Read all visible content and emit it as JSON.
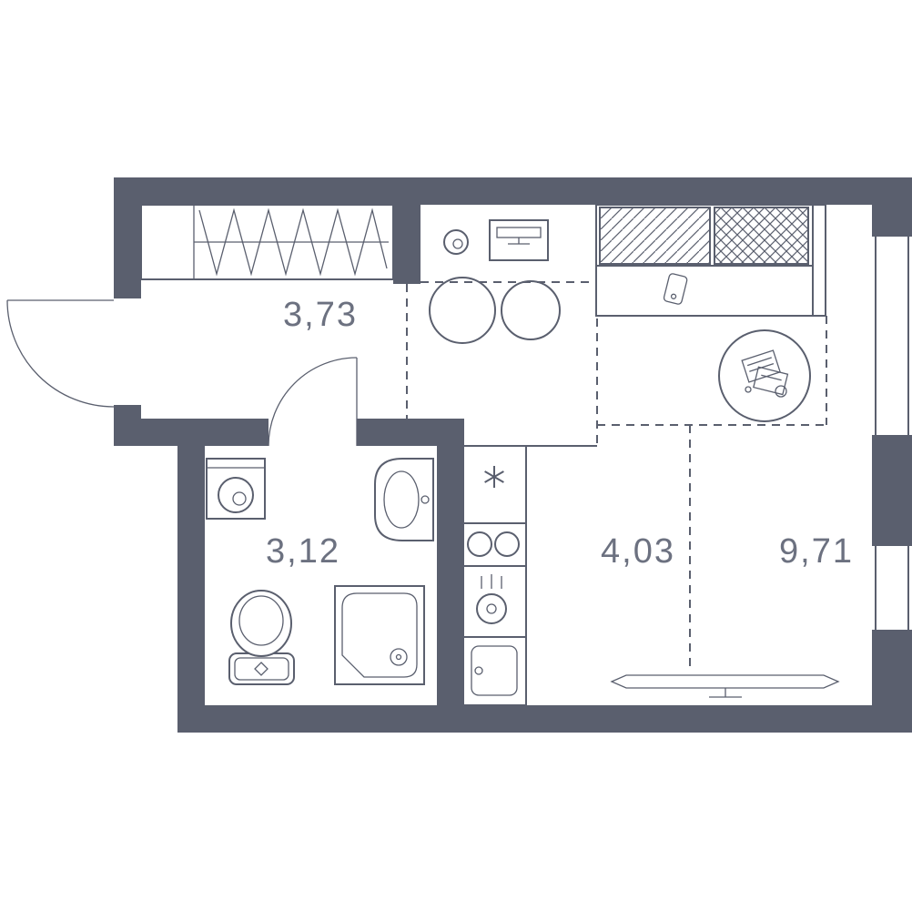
{
  "plan": {
    "type": "apartment-floor-plan",
    "colors": {
      "wall": "#5a5f6e",
      "label": "#6c7180",
      "background": "#ffffff"
    },
    "rooms": [
      {
        "id": "hallway",
        "area": "3,73"
      },
      {
        "id": "bathroom",
        "area": "3,12"
      },
      {
        "id": "kitchen",
        "area": "4,03"
      },
      {
        "id": "living-room",
        "area": "9,71"
      }
    ],
    "symbols": {
      "refrigerator": "✳"
    },
    "furniture_icons": [
      "wardrobe-hangers-icon",
      "desk-with-monitor-icon",
      "desk-chair-icon",
      "pouf-icon",
      "pouf-icon",
      "sofa-bed-icon",
      "smartphone-icon",
      "coffee-table-icon",
      "tv-console-icon",
      "washing-machine-icon",
      "washbasin-icon",
      "toilet-icon",
      "shower-icon",
      "refrigerator-snowflake-icon",
      "cooktop-icon",
      "oven-icon",
      "kitchen-sink-icon",
      "entry-door-icon",
      "bathroom-door-icon",
      "window-icon",
      "window-icon"
    ]
  }
}
